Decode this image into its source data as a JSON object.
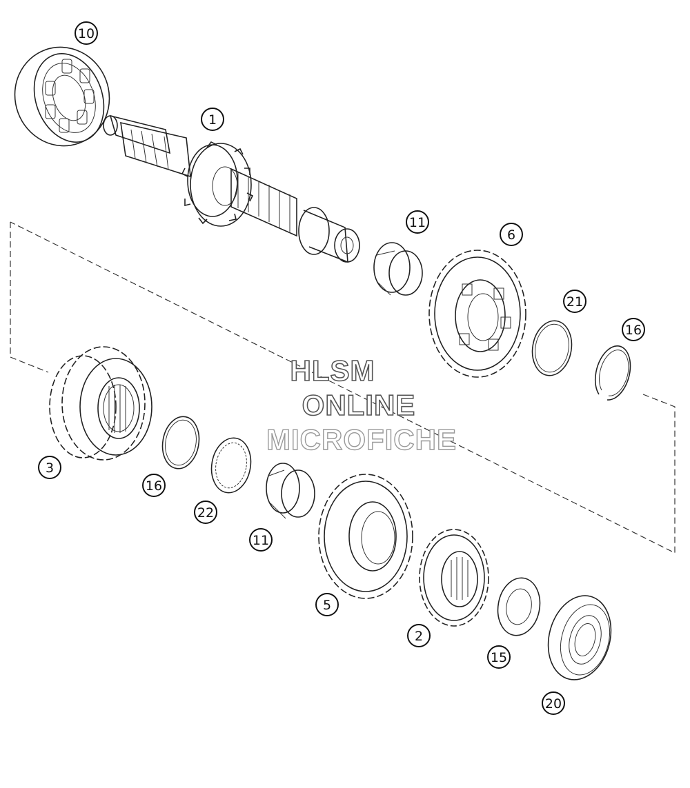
{
  "watermark": {
    "line1": "HLSM",
    "line2": "ONLINE",
    "line3": "MICROFICHE"
  },
  "callouts": [
    {
      "id": "c10a",
      "label": "10"
    },
    {
      "id": "c1",
      "label": "1"
    },
    {
      "id": "c11a",
      "label": "11"
    },
    {
      "id": "c6",
      "label": "6"
    },
    {
      "id": "c21",
      "label": "21"
    },
    {
      "id": "c16a",
      "label": "16"
    },
    {
      "id": "c3",
      "label": "3"
    },
    {
      "id": "c16b",
      "label": "16"
    },
    {
      "id": "c22",
      "label": "22"
    },
    {
      "id": "c11b",
      "label": "11"
    },
    {
      "id": "c5",
      "label": "5"
    },
    {
      "id": "c2",
      "label": "2"
    },
    {
      "id": "c15",
      "label": "15"
    },
    {
      "id": "c20",
      "label": "20"
    }
  ]
}
